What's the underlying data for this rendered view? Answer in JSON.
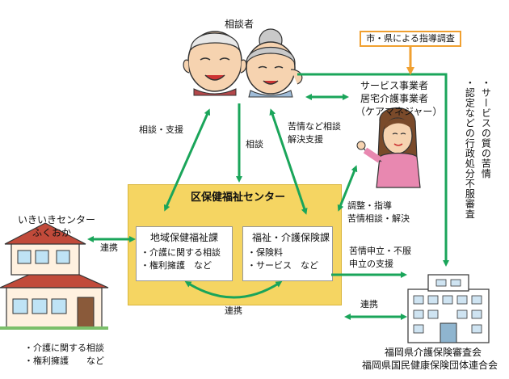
{
  "nodes": {
    "consulter": "相談者",
    "inspection": "市・県による指導調査",
    "provider": [
      "サービス事業者",
      "居宅介護事業者",
      "（ケアマネジャー）"
    ],
    "center_title": "区保健福祉センター",
    "section_left_title": "地域保健福祉課",
    "section_left_items": [
      "・介護に関する相談",
      "・権利擁護　など"
    ],
    "section_right_title": "福祉・介護保険課",
    "section_right_items": [
      "・保険料",
      "・サービス　など"
    ],
    "ikiiki_name": [
      "いきいきセンター",
      "ふくおか"
    ],
    "ikiiki_items": [
      "・介護に関する相談",
      "・権利擁護　　など"
    ],
    "prefecture": [
      "福岡県介護保険審査会",
      "福岡県国民健康保険団体連合会"
    ]
  },
  "edges": {
    "consult_support": "相談・支援",
    "consult": "相談",
    "complaint": [
      "苦情など相談",
      "解決支援"
    ],
    "coordinate": [
      "調整・指導",
      "苦情相談・解決"
    ],
    "link_left": "連携",
    "link_bottom": "連携",
    "link_right": "連携",
    "appeal": [
      "苦情申立・不服",
      "申立の支援"
    ],
    "vertical_note": [
      "・サービスの質の苦情",
      "・認定などの行政処分不服審査"
    ]
  },
  "colors": {
    "arrow_green": "#1aa55a",
    "arrow_orange": "#f0a030",
    "center_fill": "#f5d562"
  }
}
